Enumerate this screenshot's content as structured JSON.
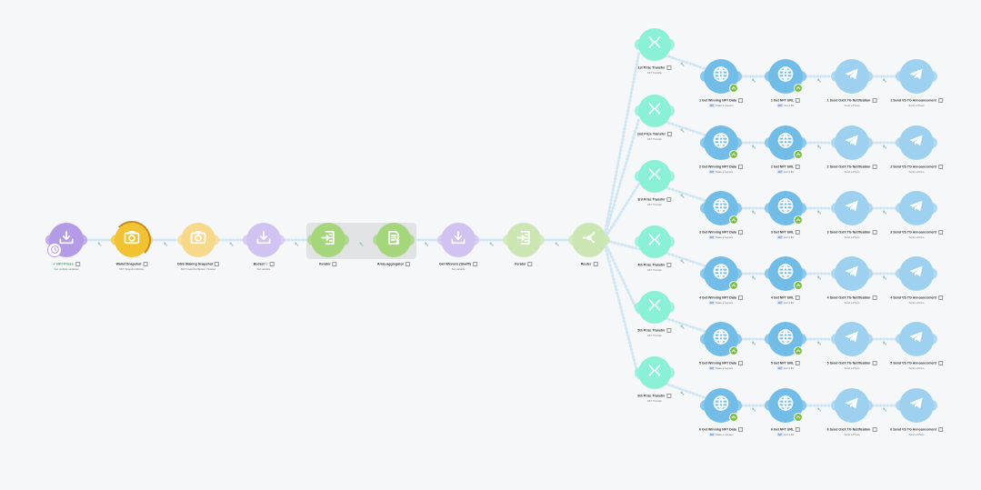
{
  "colors": {
    "purple": "#b49be6",
    "purple_light": "#d1c3f1",
    "yellow": "#f1c333",
    "yellow_light": "#f8d98b",
    "green": "#a5d67c",
    "green_light": "#cbe6b2",
    "cyan": "#8af0d6",
    "blue": "#72bde8",
    "blue_light": "#9dd1ef",
    "badge_green": "#7ac143",
    "link": "#cfe6f4"
  },
  "pipeline": [
    {
      "id": "nft-prizes",
      "label": "NFT Prizes",
      "sub": "Get multiple variables",
      "color": "purple",
      "icon": "download-icon",
      "trigger": true
    },
    {
      "id": "wallet-snapshot",
      "label": "Wallet Snapshot",
      "sub": "NFT Snapshot BLDex",
      "color": "yellow",
      "icon": "camera-icon"
    },
    {
      "id": "ogs-staking-snapshot",
      "label": "OGS Staking Snapshot",
      "sub": "NFT Snapshot BLDex / Staked",
      "color": "yellow_light",
      "icon": "camera-icon"
    },
    {
      "id": "bucket",
      "label": "Bucket",
      "sub": "Set variable",
      "color": "purple_light",
      "icon": "download-icon",
      "shield": true
    },
    {
      "id": "iterator-1",
      "label": "Iterator",
      "sub": "",
      "color": "green",
      "icon": "iterator-icon"
    },
    {
      "id": "array-aggregator",
      "label": "Array aggregator",
      "sub": "",
      "color": "green",
      "icon": "aggregator-icon"
    },
    {
      "id": "get-winners",
      "label": "Get Winners (Shuffl)",
      "sub": "Set variable",
      "color": "purple_light",
      "icon": "download-icon"
    },
    {
      "id": "iterator-2",
      "label": "Iterator",
      "sub": "",
      "color": "green_light",
      "icon": "iterator-icon"
    },
    {
      "id": "router",
      "label": "Router",
      "sub": "",
      "color": "green_light",
      "icon": "router-icon"
    }
  ],
  "branches": [
    {
      "transfer": {
        "label": "1st Prize Transfer",
        "sub": "NFT Transfer"
      },
      "data": {
        "label": "1 Get Winning NFT Data",
        "tag": "API",
        "sub": "Make a request"
      },
      "url": {
        "label": "1 Get NFT URL",
        "tag": "API",
        "sub": "Get a file"
      },
      "notify": {
        "label": "1 Send OxiX TG Notification",
        "sub": "Send a Photo"
      },
      "announce": {
        "label": "1 Send VS TG Announcement",
        "sub": "Send a Photo"
      }
    },
    {
      "transfer": {
        "label": "2nd Prize Transfer",
        "sub": "NFT Transfer"
      },
      "data": {
        "label": "2 Get Winning NFT Data",
        "tag": "API",
        "sub": "Make a request"
      },
      "url": {
        "label": "2 Get NFT URL",
        "tag": "API",
        "sub": "Get a file"
      },
      "notify": {
        "label": "2 Send OxiX TG Notification",
        "sub": "Send a Photo"
      },
      "announce": {
        "label": "2 Send VS TG Announcement",
        "sub": "Send a Photo"
      }
    },
    {
      "transfer": {
        "label": "3rd Prize Transfer",
        "sub": "NFT Transfer"
      },
      "data": {
        "label": "3 Get Winning NFT Data",
        "tag": "API",
        "sub": "Make a request"
      },
      "url": {
        "label": "3 Get NFT URL",
        "tag": "API",
        "sub": "Get a file"
      },
      "notify": {
        "label": "3 Send OxiX TG Notification",
        "sub": "Send a Photo"
      },
      "announce": {
        "label": "3 Send VS TG Announcement",
        "sub": "Send a Photo"
      }
    },
    {
      "transfer": {
        "label": "4th Prize Transfer",
        "sub": "NFT Transfer"
      },
      "data": {
        "label": "4 Get Winning NFT Data",
        "tag": "API",
        "sub": "Make a request"
      },
      "url": {
        "label": "4 Get NFT URL",
        "tag": "API",
        "sub": "Get a file"
      },
      "notify": {
        "label": "4 Send OxiX TG Notification",
        "sub": "Send a Photo"
      },
      "announce": {
        "label": "4 Send VS TG Announcement",
        "sub": "Send a Photo"
      }
    },
    {
      "transfer": {
        "label": "5th Prize Transfer",
        "sub": "NFT Transfer"
      },
      "data": {
        "label": "5 Get Winning NFT Data",
        "tag": "API",
        "sub": "Make a request"
      },
      "url": {
        "label": "5 Get NFT URL",
        "tag": "API",
        "sub": "Get a file"
      },
      "notify": {
        "label": "5 Send OxiX TG Notification",
        "sub": "Send a Photo"
      },
      "announce": {
        "label": "5 Send VS TG Announcement",
        "sub": "Send a Photo"
      }
    },
    {
      "transfer": {
        "label": "6th Prize Transfer",
        "sub": "NFT Transfer"
      },
      "data": {
        "label": "6 Get Winning NFT Data",
        "tag": "API",
        "sub": "Make a request"
      },
      "url": {
        "label": "6 Get NFT URL",
        "tag": "API",
        "sub": "Get a file"
      },
      "notify": {
        "label": "6 Send OxiX TG Notification",
        "sub": "Send a Photo"
      },
      "announce": {
        "label": "6 Send VS TG Announcement",
        "sub": "Send a Photo"
      }
    }
  ]
}
